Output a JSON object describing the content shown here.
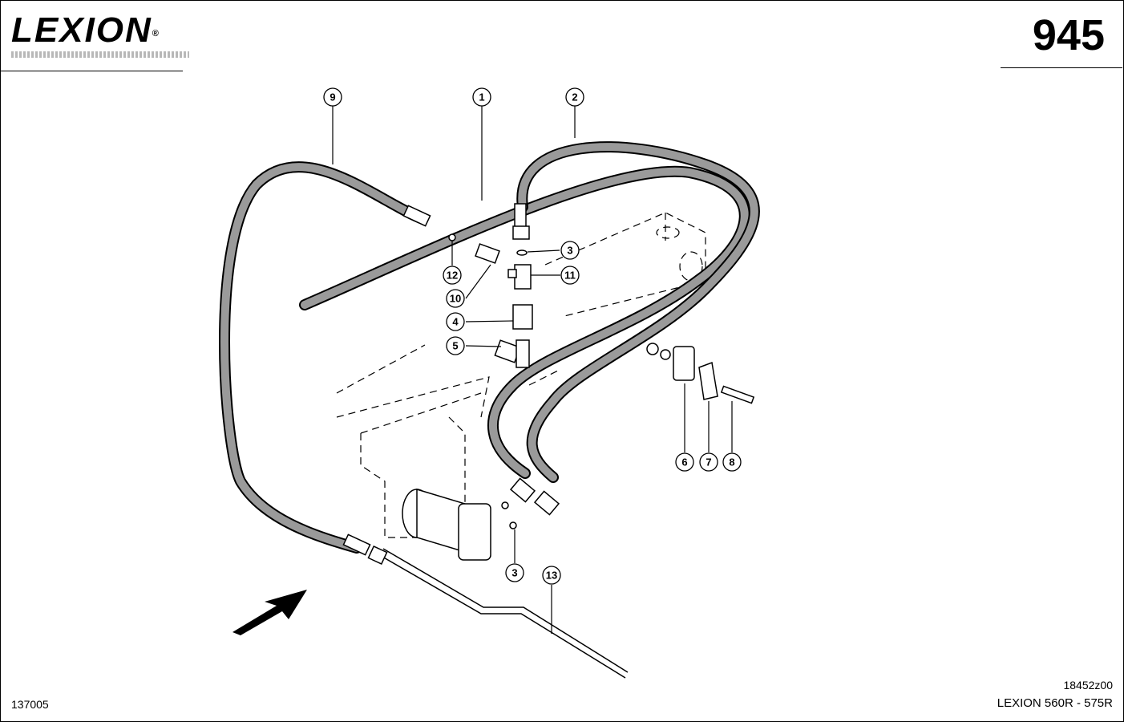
{
  "header": {
    "brand": "LEXION",
    "page_number": "945"
  },
  "footer": {
    "drawing_code": "18452z00",
    "model_range": "LEXION 560R - 575R",
    "reference": "137005"
  },
  "diagram": {
    "callouts": [
      {
        "id": "c9",
        "label": "9"
      },
      {
        "id": "c1",
        "label": "1"
      },
      {
        "id": "c2",
        "label": "2"
      },
      {
        "id": "c3a",
        "label": "3"
      },
      {
        "id": "c11",
        "label": "11"
      },
      {
        "id": "c12",
        "label": "12"
      },
      {
        "id": "c10",
        "label": "10"
      },
      {
        "id": "c4",
        "label": "4"
      },
      {
        "id": "c5",
        "label": "5"
      },
      {
        "id": "c6",
        "label": "6"
      },
      {
        "id": "c7",
        "label": "7"
      },
      {
        "id": "c8",
        "label": "8"
      },
      {
        "id": "c3b",
        "label": "3"
      },
      {
        "id": "c13",
        "label": "13"
      }
    ]
  }
}
